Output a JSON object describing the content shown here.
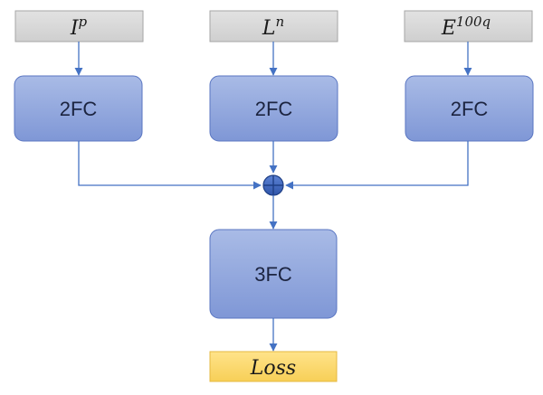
{
  "inputs": {
    "left": {
      "base": "I",
      "sup": "p"
    },
    "middle": {
      "base": "L",
      "sup": "n"
    },
    "right": {
      "base": "E",
      "sup": "100q"
    }
  },
  "blocks": {
    "fc_left": "2FC",
    "fc_middle": "2FC",
    "fc_right": "2FC",
    "fc_bottom": "3FC"
  },
  "output": {
    "label": "Loss"
  },
  "colors": {
    "input_fill": "#d9d9d9",
    "input_stroke": "#a6a6a6",
    "fc_fill_top": "#a4b7e4",
    "fc_fill_bottom": "#7f97d6",
    "fc_stroke": "#5a76c2",
    "loss_fill": "#ffd966",
    "loss_stroke": "#e6b840",
    "arrow": "#4472c4",
    "plus_fill": "#3a64c0"
  }
}
